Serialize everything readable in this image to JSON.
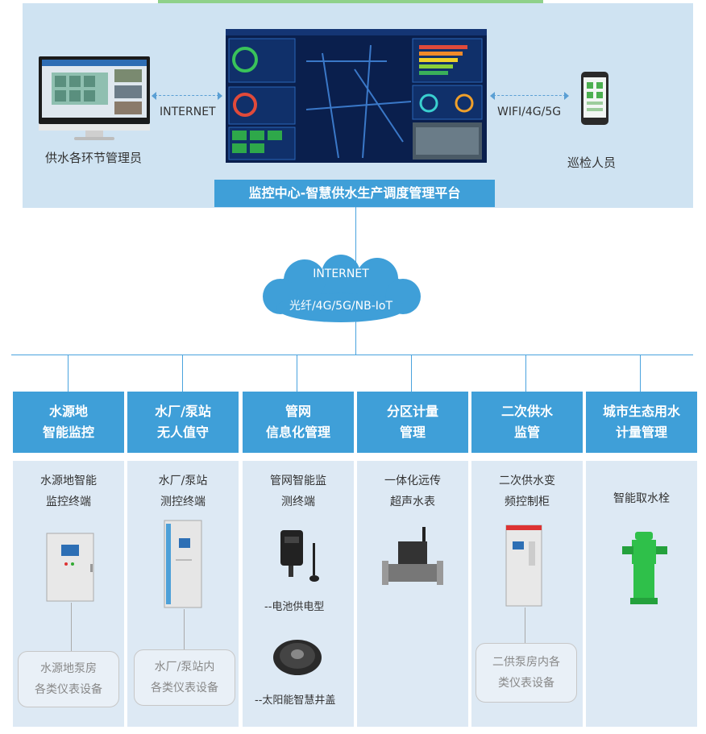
{
  "top": {
    "left_network": "INTERNET",
    "right_network": "WIFI/4G/5G",
    "left_role": "供水各环节管理员",
    "right_role": "巡检人员",
    "platform_title": "监控中心-智慧供水生产调度管理平台"
  },
  "cloud": {
    "line1": "INTERNET",
    "line2": "光纤/4G/5G/NB-IoT"
  },
  "columns": [
    {
      "title_l1": "水源地",
      "title_l2": "智能监控",
      "device_l1": "水源地智能",
      "device_l2": "监控终端",
      "box_l1": "水源地泵房",
      "box_l2": "各类仪表设备"
    },
    {
      "title_l1": "水厂/泵站",
      "title_l2": "无人值守",
      "device_l1": "水厂/泵站",
      "device_l2": "测控终端",
      "box_l1": "水厂/泵站内",
      "box_l2": "各类仪表设备"
    },
    {
      "title_l1": "管网",
      "title_l2": "信息化管理",
      "device_l1": "管网智能监",
      "device_l2": "测终端",
      "cap1": "--电池供电型",
      "cap2": "--太阳能智慧井盖"
    },
    {
      "title_l1": "分区计量",
      "title_l2": "管理",
      "device_l1": "一体化远传",
      "device_l2": "超声水表"
    },
    {
      "title_l1": "二次供水",
      "title_l2": "监管",
      "device_l1": "二次供水变",
      "device_l2": "频控制柜",
      "box_l1": "二供泵房内各",
      "box_l2": "类仪表设备"
    },
    {
      "title_l1": "城市生态用水",
      "title_l2": "计量管理",
      "device_l1": "智能取水栓"
    }
  ],
  "colors": {
    "header_blue": "#3f9fd8",
    "panel_blue": "#cfe3f2",
    "column_bg": "#dde9f4",
    "line_blue": "#4aa3de"
  }
}
